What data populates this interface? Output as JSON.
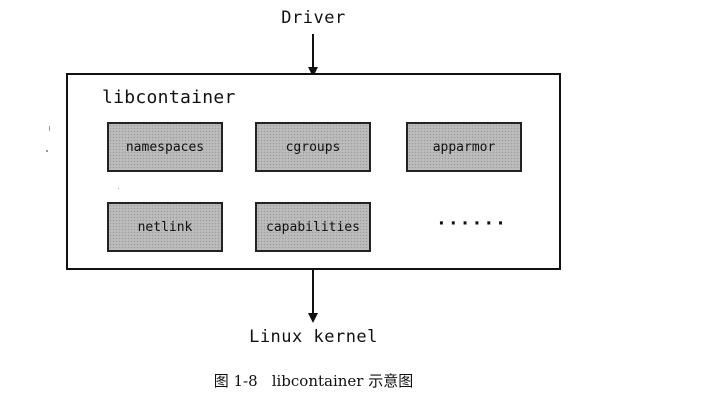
{
  "diagram": {
    "input_label": "Driver",
    "container_title": "libcontainer",
    "modules": [
      {
        "label": "namespaces"
      },
      {
        "label": "cgroups"
      },
      {
        "label": "apparmor"
      },
      {
        "label": "netlink"
      },
      {
        "label": "capabilities"
      }
    ],
    "more_indicator": "······",
    "output_label": "Linux kernel"
  },
  "caption": {
    "figure_number": "图 1-8",
    "figure_title": "libcontainer 示意图"
  },
  "colors": {
    "module_fill": "#bdbdbd",
    "stroke": "#111111"
  }
}
